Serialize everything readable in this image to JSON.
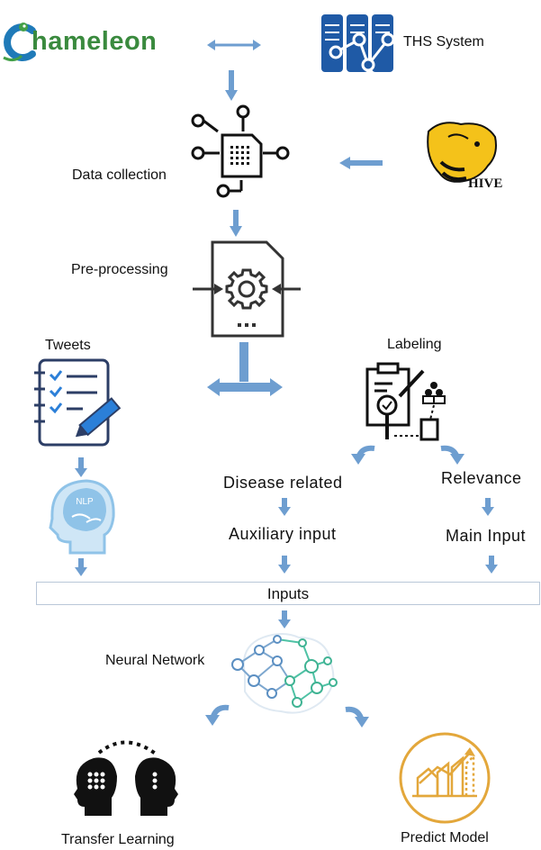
{
  "logo": {
    "text": "hameleon"
  },
  "system": {
    "label": "THS System"
  },
  "hive": {
    "label": "HIVE"
  },
  "steps": {
    "data_collection": "Data collection",
    "pre_processing": "Pre-processing",
    "tweets": "Tweets",
    "labeling": "Labeling",
    "disease_related": "Disease related",
    "relevance": "Relevance",
    "auxiliary_input": "Auxiliary input",
    "main_input": "Main Input",
    "inputs": "Inputs",
    "neural_network": "Neural Network",
    "transfer_learning": "Transfer Learning",
    "predict_model": "Predict Model"
  },
  "nlp": {
    "label": "NLP"
  },
  "colors": {
    "arrow": "#6e9ed0",
    "logo_blue": "#1f7ab8",
    "logo_green": "#43a047",
    "server_blue": "#1f5aa6",
    "hive_yellow": "#f4c21a",
    "predict_gold": "#e3a73b",
    "nlp_blue": "#8fc3e8"
  }
}
